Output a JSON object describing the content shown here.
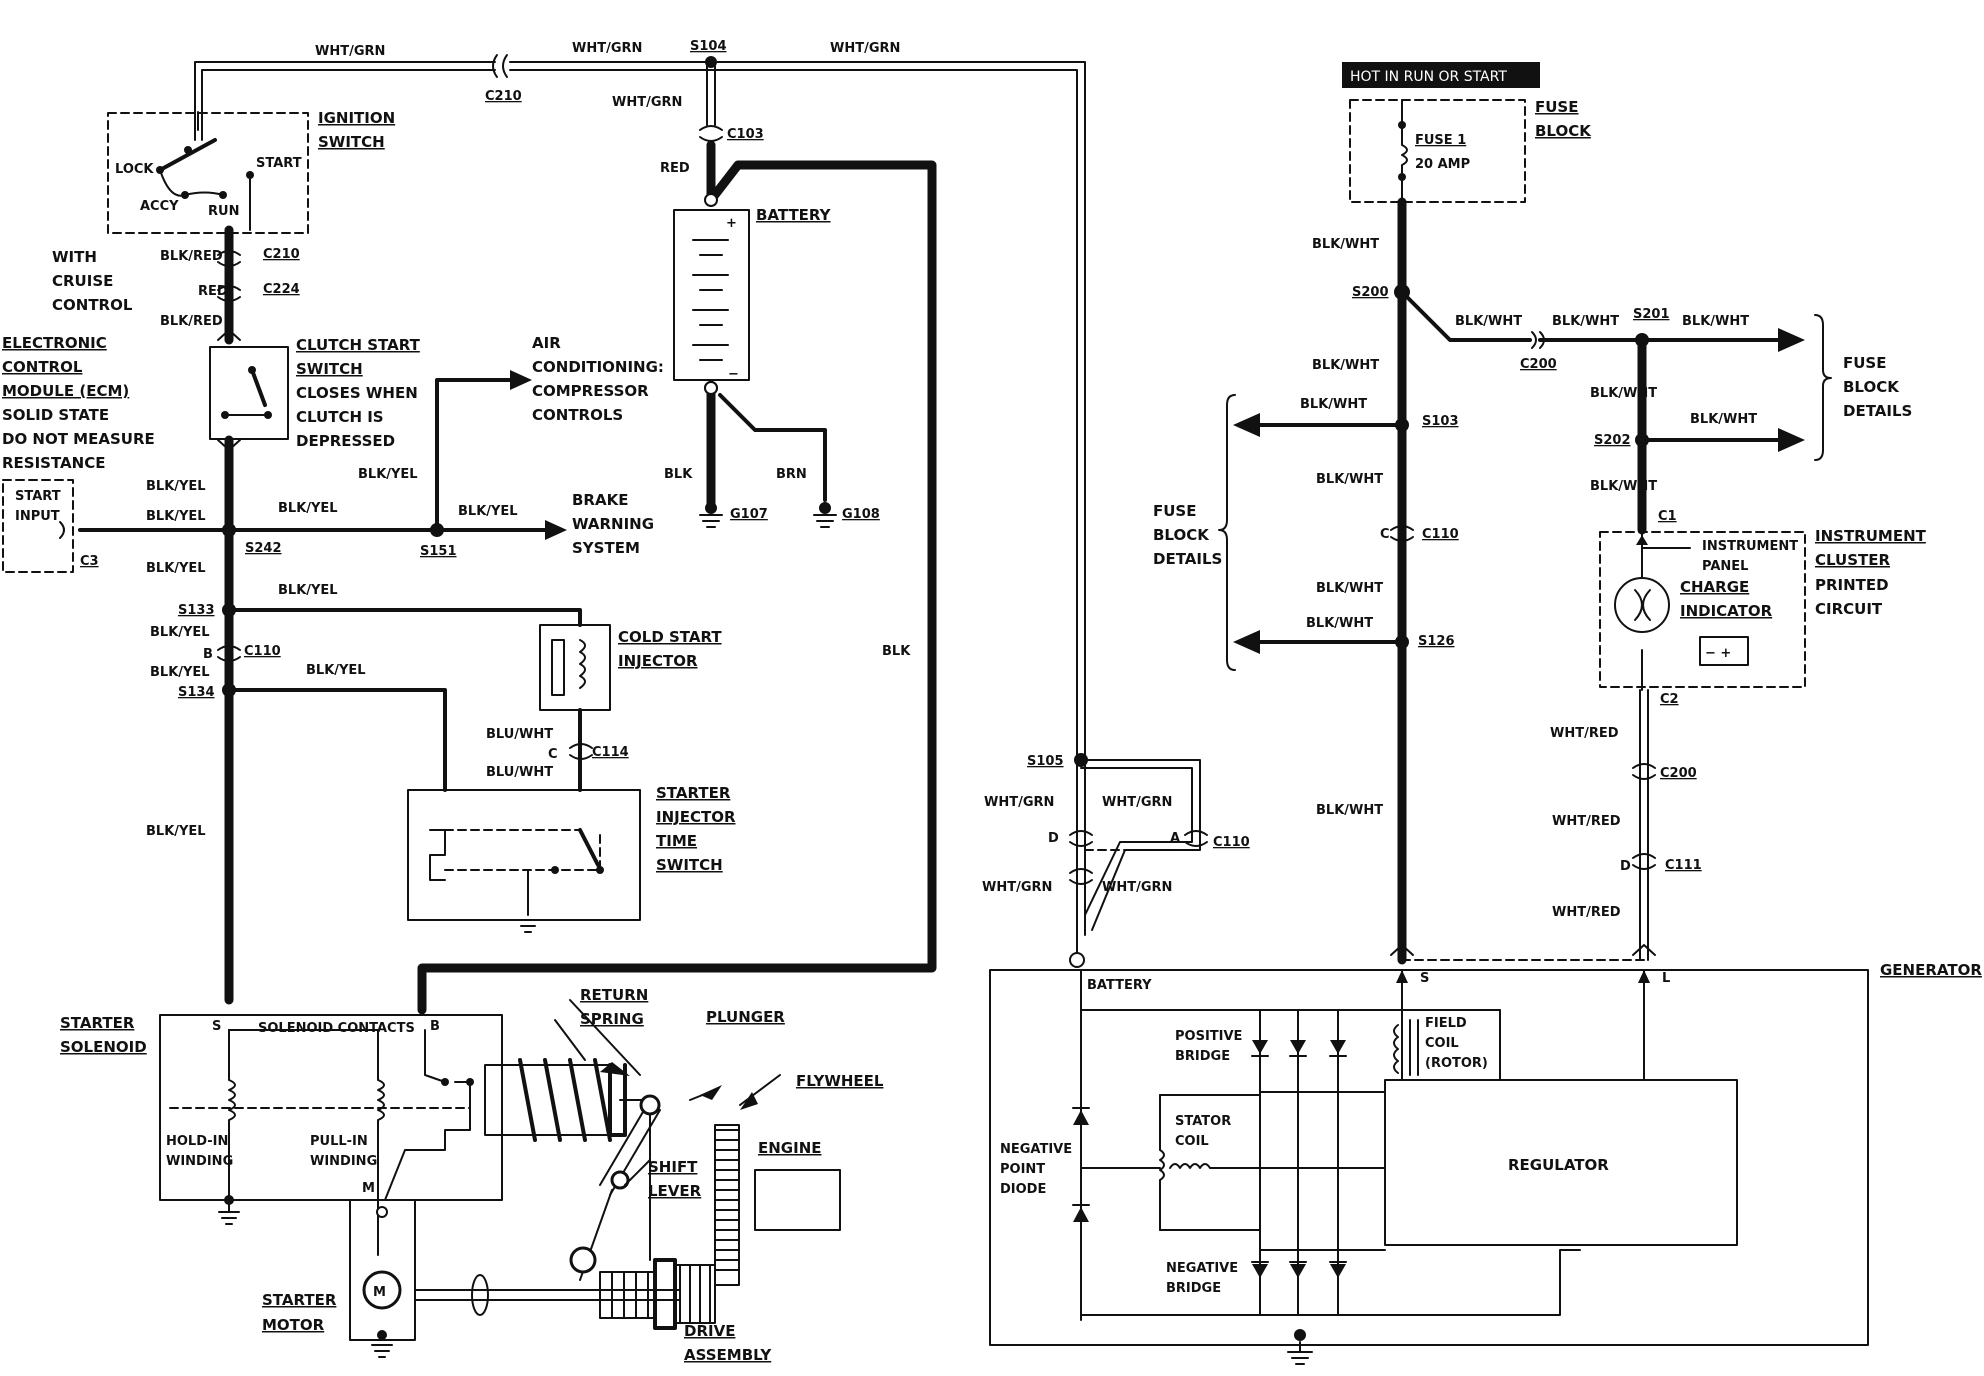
{
  "header": {
    "hot_in_run_or_start": "HOT IN RUN OR START"
  },
  "components": {
    "ignition_switch": [
      "IGNITION",
      "SWITCH"
    ],
    "ignition_positions": {
      "lock": "LOCK",
      "accy": "ACCY",
      "run": "RUN",
      "start": "START"
    },
    "with_cruise_control": [
      "WITH",
      "CRUISE",
      "CONTROL"
    ],
    "ecm": [
      "ELECTRONIC",
      "CONTROL",
      "MODULE (ECM)",
      "SOLID STATE",
      "DO NOT MEASURE",
      "RESISTANCE"
    ],
    "start_input": [
      "START",
      "INPUT"
    ],
    "clutch_start_switch": [
      "CLUTCH START",
      "SWITCH"
    ],
    "clutch_note": [
      "CLOSES WHEN",
      "CLUTCH IS",
      "DEPRESSED"
    ],
    "air_conditioning": [
      "AIR",
      "CONDITIONING:",
      "COMPRESSOR",
      "CONTROLS"
    ],
    "brake_warning": [
      "BRAKE",
      "WARNING",
      "SYSTEM"
    ],
    "battery": "BATTERY",
    "cold_start_injector": [
      "COLD START",
      "INJECTOR"
    ],
    "starter_injector_time_switch": [
      "STARTER",
      "INJECTOR",
      "TIME",
      "SWITCH"
    ],
    "starter_solenoid": [
      "STARTER",
      "SOLENOID"
    ],
    "solenoid_contacts": "SOLENOID CONTACTS",
    "hold_in_winding": [
      "HOLD-IN",
      "WINDING"
    ],
    "pull_in_winding": [
      "PULL-IN",
      "WINDING"
    ],
    "return_spring": [
      "RETURN",
      "SPRING"
    ],
    "plunger": "PLUNGER",
    "flywheel": "FLYWHEEL",
    "engine": "ENGINE",
    "shift_lever": [
      "SHIFT",
      "LEVER"
    ],
    "starter_motor": [
      "STARTER",
      "MOTOR"
    ],
    "drive_assembly": [
      "DRIVE",
      "ASSEMBLY"
    ],
    "fuse_block": [
      "FUSE",
      "BLOCK"
    ],
    "fuse_1": [
      "FUSE 1",
      "20 AMP"
    ],
    "fuse_block_details": [
      "FUSE",
      "BLOCK",
      "DETAILS"
    ],
    "instrument_cluster": [
      "INSTRUMENT",
      "CLUSTER",
      "PRINTED",
      "CIRCUIT"
    ],
    "instrument_panel": [
      "INSTRUMENT",
      "PANEL"
    ],
    "charge_indicator": [
      "CHARGE",
      "INDICATOR"
    ],
    "generator": "GENERATOR",
    "battery_terminal": "BATTERY",
    "positive_bridge": [
      "POSITIVE",
      "BRIDGE"
    ],
    "field_coil": [
      "FIELD",
      "COIL",
      "(ROTOR)"
    ],
    "stator_coil": [
      "STATOR",
      "COIL"
    ],
    "negative_point_diode": [
      "NEGATIVE",
      "POINT",
      "DIODE"
    ],
    "negative_bridge": [
      "NEGATIVE",
      "BRIDGE"
    ],
    "regulator": "REGULATOR"
  },
  "connectors": {
    "c210": "C210",
    "c224": "C224",
    "c103": "C103",
    "c3": "C3",
    "c110": "C110",
    "c114": "C114",
    "c200": "C200",
    "c1": "C1",
    "c2": "C2",
    "c111": "C111",
    "s104": "S104",
    "s242": "S242",
    "s151": "S151",
    "s133": "S133",
    "s134": "S134",
    "s105": "S105",
    "s200": "S200",
    "s201": "S201",
    "s202": "S202",
    "s103": "S103",
    "s126": "S126",
    "g107": "G107",
    "g108": "G108"
  },
  "terminals": {
    "s": "S",
    "b": "B",
    "m": "M",
    "l": "L",
    "c": "C",
    "d": "D",
    "a": "A"
  },
  "wires": {
    "wht_grn": "WHT/GRN",
    "blk_red": "BLK/RED",
    "red": "RED",
    "blk_yel": "BLK/YEL",
    "blk": "BLK",
    "brn": "BRN",
    "blu_wht": "BLU/WHT",
    "blk_wht": "BLK/WHT",
    "wht_red": "WHT/RED"
  }
}
